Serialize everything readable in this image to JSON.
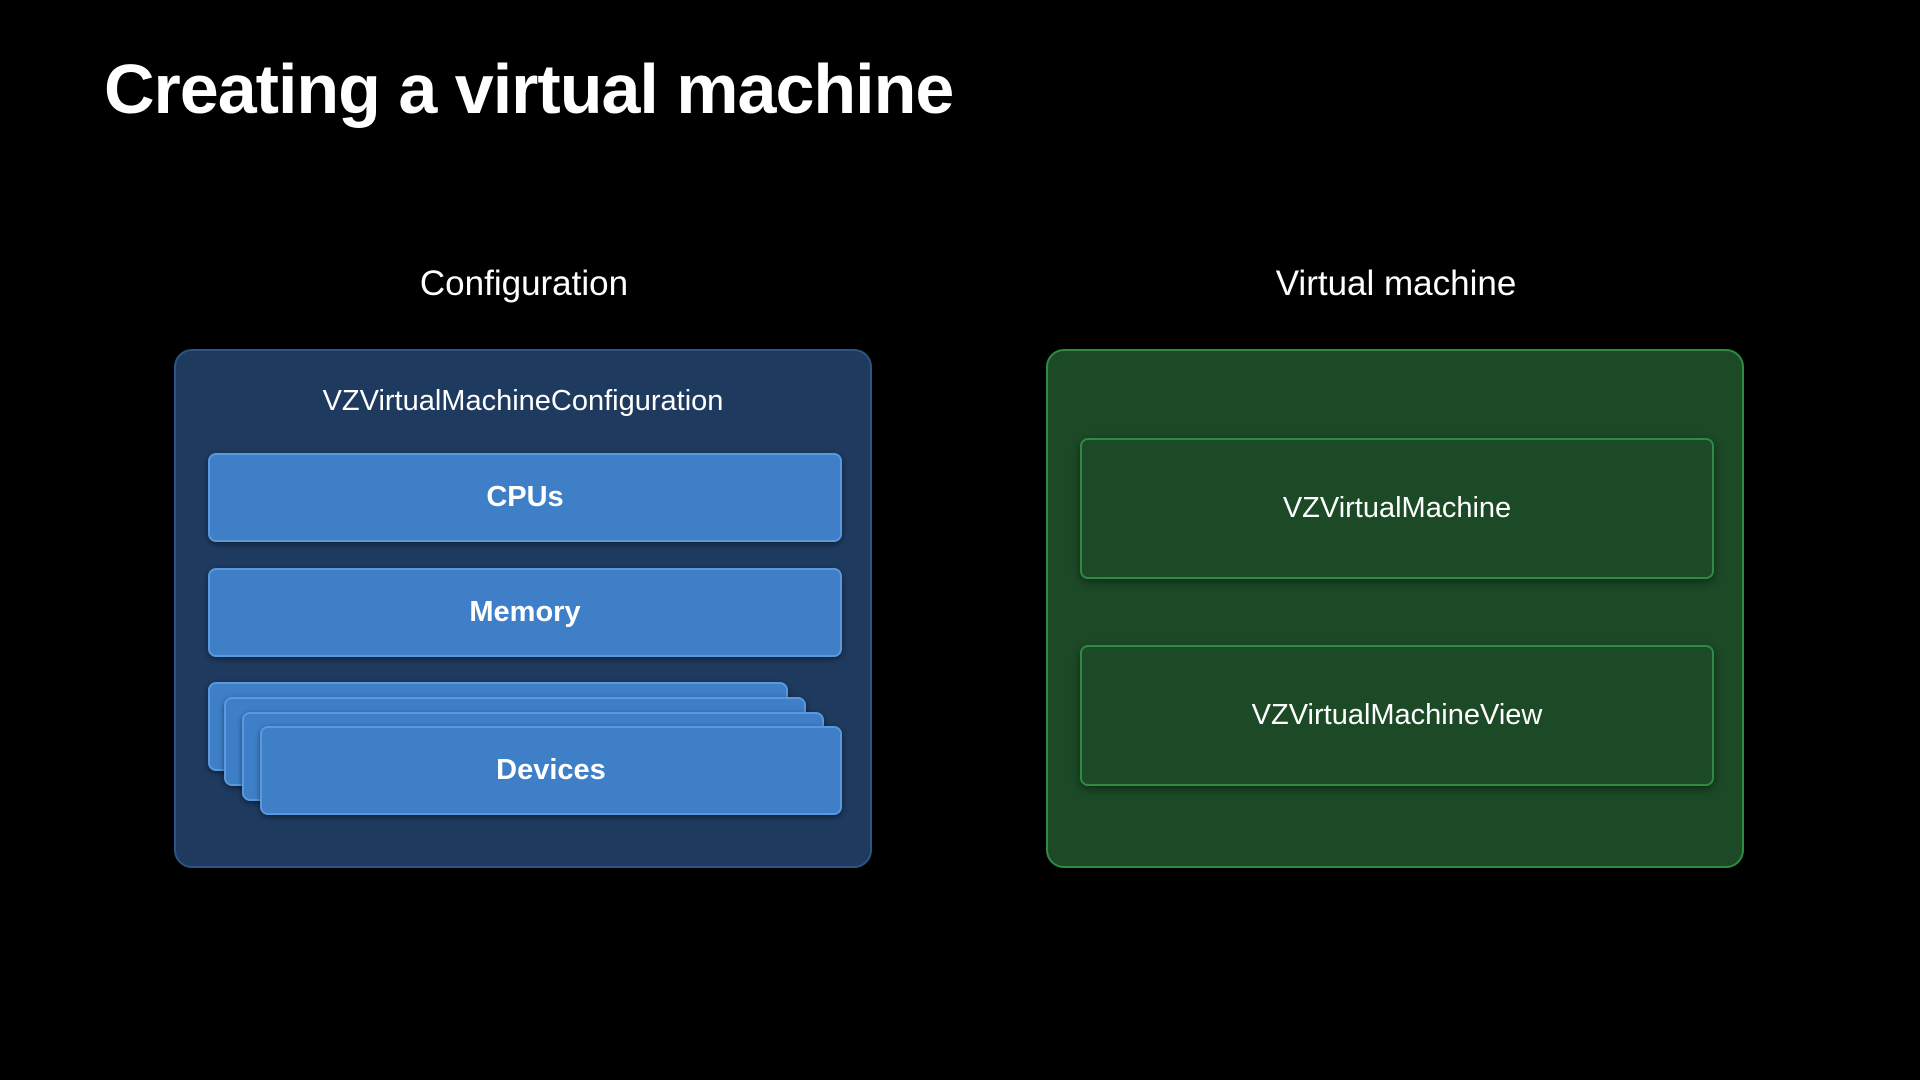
{
  "slide": {
    "title": "Creating a virtual machine"
  },
  "configuration": {
    "heading": "Configuration",
    "panel_title": "VZVirtualMachineConfiguration",
    "items": [
      {
        "label": "CPUs"
      },
      {
        "label": "Memory"
      },
      {
        "label": "Devices"
      }
    ]
  },
  "virtual_machine": {
    "heading": "Virtual machine",
    "items": [
      {
        "label": "VZVirtualMachine"
      },
      {
        "label": "VZVirtualMachineView"
      }
    ]
  },
  "colors": {
    "background": "#000000",
    "config_panel": "#1e3a5f",
    "config_item": "#3e7fc8",
    "vm_panel": "#1c4a27",
    "vm_border": "#2f8a42"
  }
}
